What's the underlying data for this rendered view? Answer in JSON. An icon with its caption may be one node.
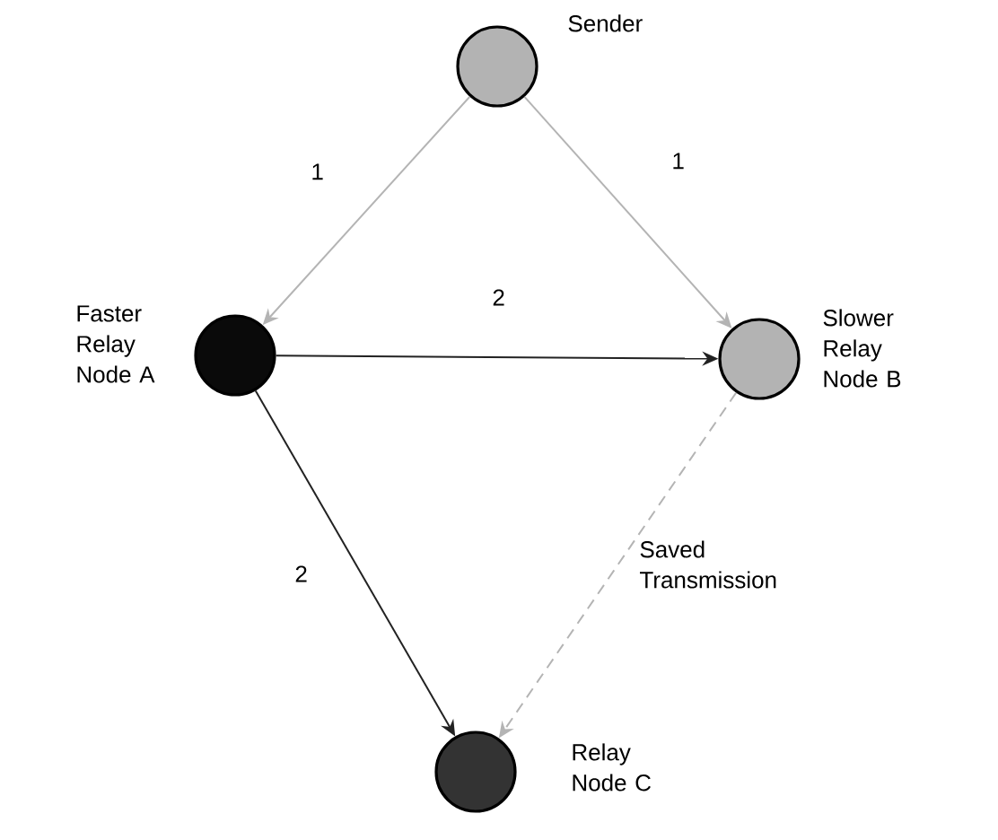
{
  "diagram": {
    "nodes": [
      {
        "text": [],
        "shape": "circle",
        "beside": [
          "Sender"
        ]
      },
      {
        "text": [],
        "shape": "circle",
        "beside": [
          "Faster Relay Node A"
        ]
      },
      {
        "text": [],
        "shape": "circle",
        "beside": [
          "Slower Relay Node B"
        ]
      },
      {
        "text": [],
        "shape": "circle",
        "beside": [
          "Relay Node C"
        ]
      }
    ],
    "edges": [
      {
        "from": 0,
        "to": 1,
        "arrow": "to",
        "label": "1",
        "color": "#b4b4b4"
      },
      {
        "from": 0,
        "to": 2,
        "arrow": "to",
        "label": "1",
        "color": "#b4b4b4"
      },
      {
        "from": 1,
        "to": 2,
        "arrow": "to",
        "label": "2",
        "color": "#222222"
      },
      {
        "from": 1,
        "to": 3,
        "arrow": "to",
        "label": "2",
        "color": "#222222"
      },
      {
        "from": 2,
        "to": 3,
        "arrow": "to",
        "label": "Saved Transmission",
        "style": "dashed",
        "color": "#b4b4b4"
      }
    ]
  }
}
